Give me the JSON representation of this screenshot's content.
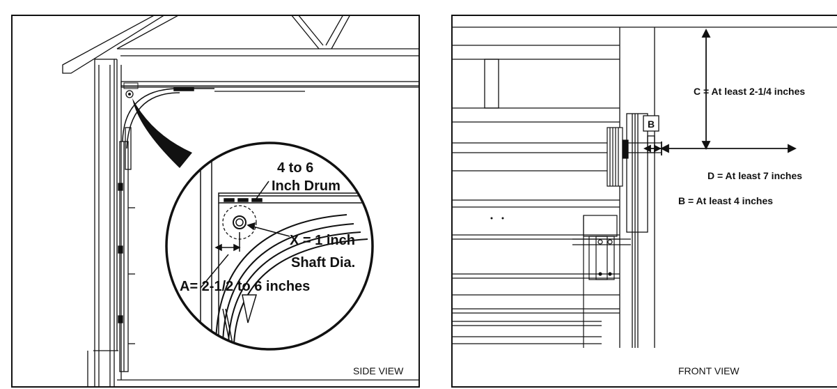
{
  "side_view": {
    "title": "SIDE VIEW",
    "drum_label": [
      "4 to 6",
      "Inch Drum"
    ],
    "shaft_label": [
      "X = 1 inch",
      "Shaft Dia."
    ],
    "dimension_a": "A= 2-1/2 to 6 inches"
  },
  "front_view": {
    "title": "FRONT VIEW",
    "dimension_c": "C = At least 2-1/4 inches",
    "dimension_d": "D = At least 7 inches",
    "dimension_b": "B = At least 4 inches",
    "marker_b": "B"
  }
}
